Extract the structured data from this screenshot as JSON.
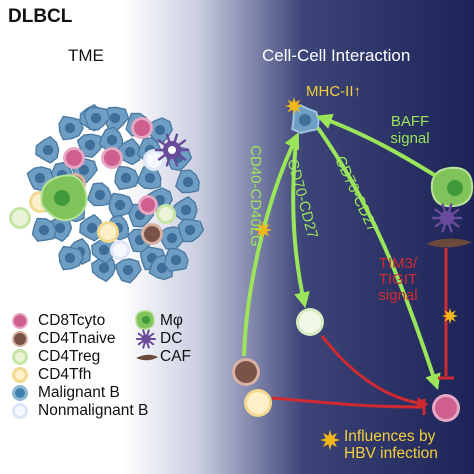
{
  "title": "DLBCL",
  "panels": {
    "left_title": "TME",
    "right_title": "Cell-Cell Interaction"
  },
  "legend": [
    {
      "label": "CD8Tcyto",
      "color": "#cf5f8f"
    },
    {
      "label": "CD4Tnaive",
      "color": "#7a5348"
    },
    {
      "label": "CD4Treg",
      "color": "#c6e4a4"
    },
    {
      "label": "CD4Tfh",
      "color": "#f2d98f"
    },
    {
      "label": "Malignant B",
      "color": "#3f7fb0"
    },
    {
      "label": "Nonmalignant B",
      "color": "#dde6f6"
    },
    {
      "label": "Mφ",
      "color": "#7fc35a"
    },
    {
      "label": "DC",
      "color": "#6a4a9a"
    },
    {
      "label": "CAF",
      "color": "#6b4a3c"
    }
  ],
  "interaction_labels": {
    "mhc": "MHC-II↑",
    "baff": "BAFF\nsignal",
    "cd40": "CD40-CD40LG",
    "cd70_left": "CD70-CD27",
    "cd70_right": "CD70-CD27",
    "tim3": "TIM3/\nTIGIT\nsignal",
    "hbv": "Influences by\nHBV infection"
  },
  "colors": {
    "green_arrow": "#9be55a",
    "red_arrow": "#d02a30",
    "yellow_text": "#f4cf3a",
    "star": "#f2b81a"
  }
}
